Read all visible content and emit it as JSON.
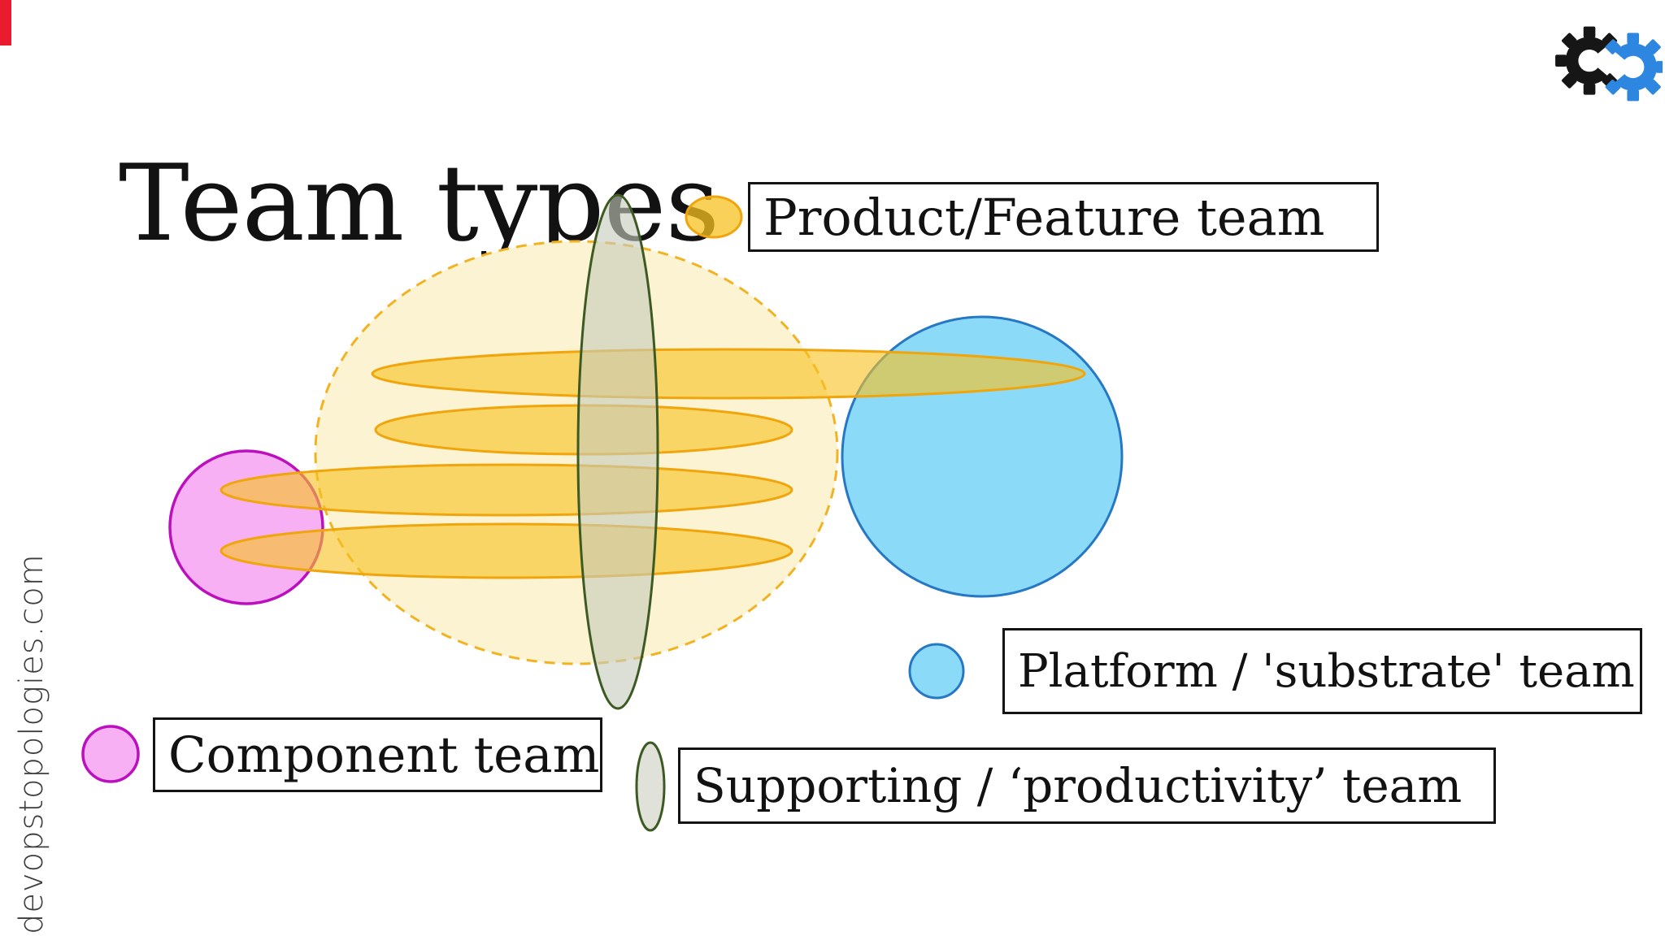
{
  "title": "Team types",
  "watermark": "devopstopologies.com",
  "legend": {
    "product": {
      "label": "Product/Feature team"
    },
    "platform": {
      "label": "Platform / 'substrate' team"
    },
    "component": {
      "label": "Component team"
    },
    "supporting": {
      "label": "Supporting / ‘productivity’ team"
    }
  },
  "colors": {
    "product_fill": "#f7c122",
    "product_stroke": "#f0a50c",
    "platform_fill": "#7bd5f7",
    "platform_stroke": "#2678c4",
    "component_fill": "#f7a9f4",
    "component_stroke": "#bc10be",
    "supporting_fill": "#c6cbbc",
    "supporting_stroke": "#3d5a22",
    "org_circle_fill": "#fcf3d3",
    "org_circle_stroke": "#f2b322",
    "logo_black": "#161616",
    "logo_blue": "#2d86e0",
    "marker_red": "#ea1b2e",
    "text": "#121212"
  }
}
